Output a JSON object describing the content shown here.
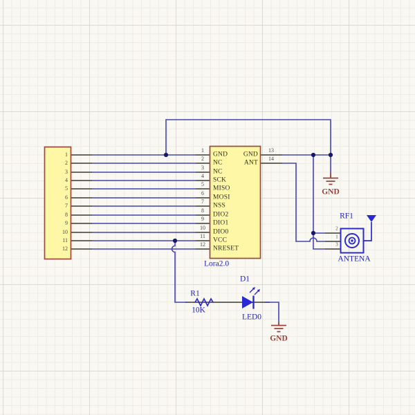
{
  "schematic": {
    "connector": {
      "pin_numbers": [
        "1",
        "2",
        "3",
        "4",
        "5",
        "6",
        "7",
        "8",
        "9",
        "10",
        "11",
        "12"
      ]
    },
    "ic": {
      "designator": "Lora2.0",
      "left_pins": [
        {
          "num": "1",
          "label": "GND"
        },
        {
          "num": "2",
          "label": "NC"
        },
        {
          "num": "3",
          "label": "NC"
        },
        {
          "num": "4",
          "label": "SCK"
        },
        {
          "num": "5",
          "label": "MISO"
        },
        {
          "num": "6",
          "label": "MOSI"
        },
        {
          "num": "7",
          "label": "NSS"
        },
        {
          "num": "8",
          "label": "DIO2"
        },
        {
          "num": "9",
          "label": "DIO1"
        },
        {
          "num": "10",
          "label": "DIO0"
        },
        {
          "num": "11",
          "label": "VCC"
        },
        {
          "num": "12",
          "label": "NRESET"
        }
      ],
      "right_pins": [
        {
          "num": "13",
          "label": "GND"
        },
        {
          "num": "14",
          "label": "ANT"
        }
      ]
    },
    "resistor": {
      "designator": "R1",
      "value": "10K"
    },
    "led": {
      "designator": "D1",
      "label": "LED0"
    },
    "antenna": {
      "designator": "RF1",
      "label": "ANTENA",
      "pin_numbers": [
        "2",
        "1",
        "3"
      ]
    },
    "ground_top": {
      "label": "GND"
    },
    "ground_bottom": {
      "label": "GND"
    },
    "colors": {
      "background": "#faf8f2",
      "wire": "#4545b2",
      "junction": "#17176b",
      "component_blue": "#2a2ad2",
      "ground_red": "#97423c",
      "symbol_fill": "#fdf7a6",
      "symbol_border": "#9c4a40",
      "label_blue": "#2323c6",
      "pin_text": "#2d2c28"
    }
  }
}
